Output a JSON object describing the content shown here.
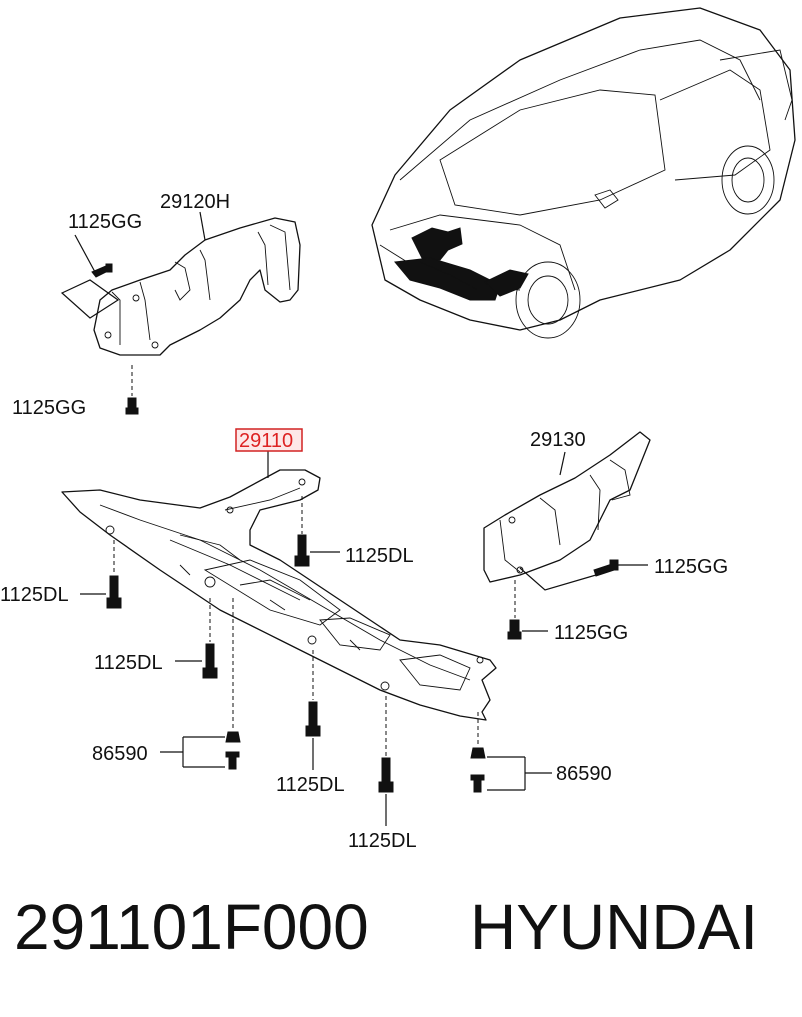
{
  "diagram": {
    "labels": {
      "p29120H": "29120H",
      "p1125GG_a": "1125GG",
      "p1125GG_b": "1125GG",
      "p29110": "29110",
      "p29130": "29130",
      "p1125DL_a": "1125DL",
      "p1125DL_b": "1125DL",
      "p1125GG_c": "1125GG",
      "p1125GG_d": "1125GG",
      "p1125DL_c": "1125DL",
      "p86590_a": "86590",
      "p1125DL_d": "1125DL",
      "p86590_b": "86590",
      "p1125DL_e": "1125DL"
    },
    "highlight_color": "#d22222"
  },
  "footer": {
    "part_number": "291101F000",
    "brand": "HYUNDAI"
  }
}
